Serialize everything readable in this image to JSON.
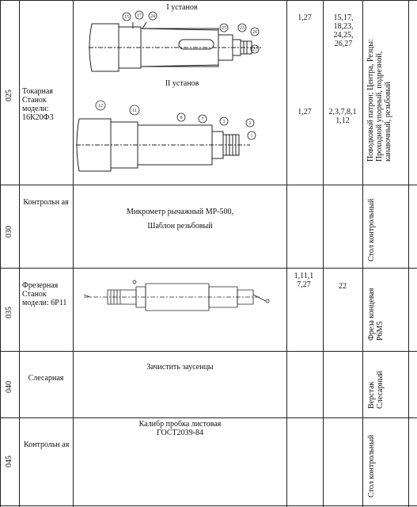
{
  "rows": [
    {
      "code": "025",
      "operation": "Токарная Станок модели: 16К20Ф3",
      "setups": [
        {
          "title": "I установ",
          "col3": "1,27",
          "col4": "15,17, 18,23, 24,25, 26,27"
        },
        {
          "title": "II установ",
          "col3": "1,27",
          "col4": "2,3,7,8,1 1,12"
        }
      ],
      "equipment": "Поводковый патрон; Центра, Резцы: Проходной упорный, подрезной, канавочный, резьбовый",
      "markers_setup1": [
        "15",
        "17",
        "24",
        "25",
        "23",
        "26",
        "27"
      ],
      "markers_setup2": [
        "12",
        "11",
        "8",
        "7",
        "3",
        "2",
        "1"
      ]
    },
    {
      "code": "030",
      "operation": "Контрольн ая",
      "content": [
        "Микрометр рычажный МР-500,",
        "Шаблон резьбовый"
      ],
      "equipment": "Стол контрольный"
    },
    {
      "code": "035",
      "operation": "Фрезерная Станок модели: 6Р11",
      "col3": "1,11,1 7,27",
      "col4": "22",
      "equipment": "Фреза концевая Р6М5"
    },
    {
      "code": "040",
      "operation": "Слесарная",
      "content": [
        "Зачистить заусенцы"
      ],
      "equipment": "Верстак Слесарный"
    },
    {
      "code": "045",
      "operation": "Контрольн ая",
      "content": [
        "Калибр пробка листовая",
        "ГОСТ2039-84"
      ],
      "equipment": "Стол контрольный"
    }
  ]
}
